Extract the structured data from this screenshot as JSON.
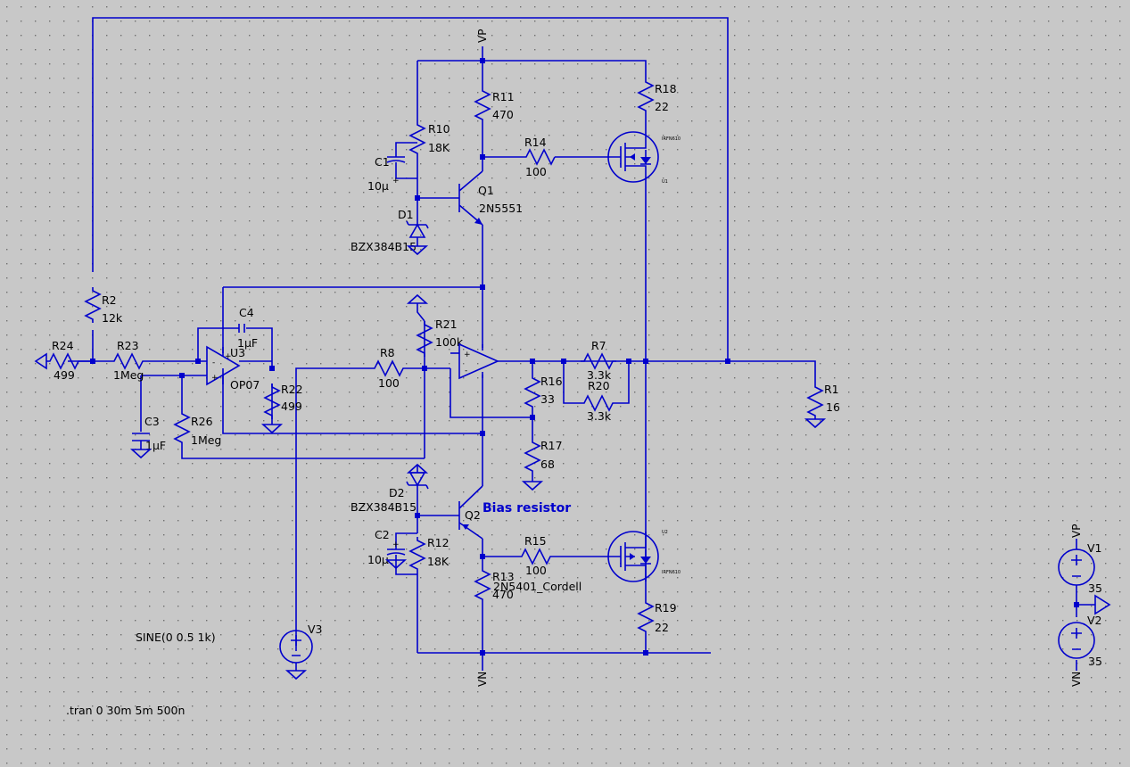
{
  "nets": {
    "vp": "VP",
    "vn": "VN"
  },
  "components": {
    "R1": {
      "name": "R1",
      "value": "16"
    },
    "R2": {
      "name": "R2",
      "value": "12k"
    },
    "R7": {
      "name": "R7",
      "value": "3.3k"
    },
    "R8": {
      "name": "R8",
      "value": "100"
    },
    "R10": {
      "name": "R10",
      "value": "18K"
    },
    "R11": {
      "name": "R11",
      "value": "470"
    },
    "R12": {
      "name": "R12",
      "value": "18K"
    },
    "R13": {
      "name": "R13",
      "value": "470"
    },
    "R14": {
      "name": "R14",
      "value": "100"
    },
    "R15": {
      "name": "R15",
      "value": "100"
    },
    "R16": {
      "name": "R16",
      "value": "33"
    },
    "R17": {
      "name": "R17",
      "value": "68"
    },
    "R18": {
      "name": "R18",
      "value": "22"
    },
    "R19": {
      "name": "R19",
      "value": "22"
    },
    "R20": {
      "name": "R20",
      "value": "3.3k"
    },
    "R21": {
      "name": "R21",
      "value": "100k"
    },
    "R22": {
      "name": "R22",
      "value": "499"
    },
    "R23": {
      "name": "R23",
      "value": "1Meg"
    },
    "R24": {
      "name": "R24",
      "value": "499"
    },
    "R26": {
      "name": "R26",
      "value": "1Meg"
    },
    "C1": {
      "name": "C1",
      "value": "10µ"
    },
    "C2": {
      "name": "C2",
      "value": "10µ"
    },
    "C3": {
      "name": "C3",
      "value": "1µF"
    },
    "C4": {
      "name": "C4",
      "value": "1µF"
    },
    "D1": {
      "name": "D1",
      "value": "BZX384B15"
    },
    "D2": {
      "name": "D2",
      "value": "BZX384B15"
    },
    "Q1": {
      "name": "Q1",
      "value": "2N5551"
    },
    "Q2": {
      "name": "Q2",
      "value": "2N5401_Cordell"
    },
    "U1": {
      "name": "U1",
      "value": "IRFN610"
    },
    "U2": {
      "name": "U2",
      "value": "IRFN610"
    },
    "U3": {
      "name": "U3",
      "value": "OP07"
    },
    "V1": {
      "name": "V1",
      "value": "35"
    },
    "V2": {
      "name": "V2",
      "value": "35"
    },
    "V3": {
      "name": "V3",
      "value": "SINE(0 0.5 1k)"
    }
  },
  "annotations": {
    "bias_label": "Bias resistor",
    "tran_directive": ".tran 0 30m 5m 500n"
  },
  "colors": {
    "background": "#c8c8c8",
    "wire": "#0000cc",
    "text": "#000000",
    "grid_dot": "#6e6e6e"
  }
}
